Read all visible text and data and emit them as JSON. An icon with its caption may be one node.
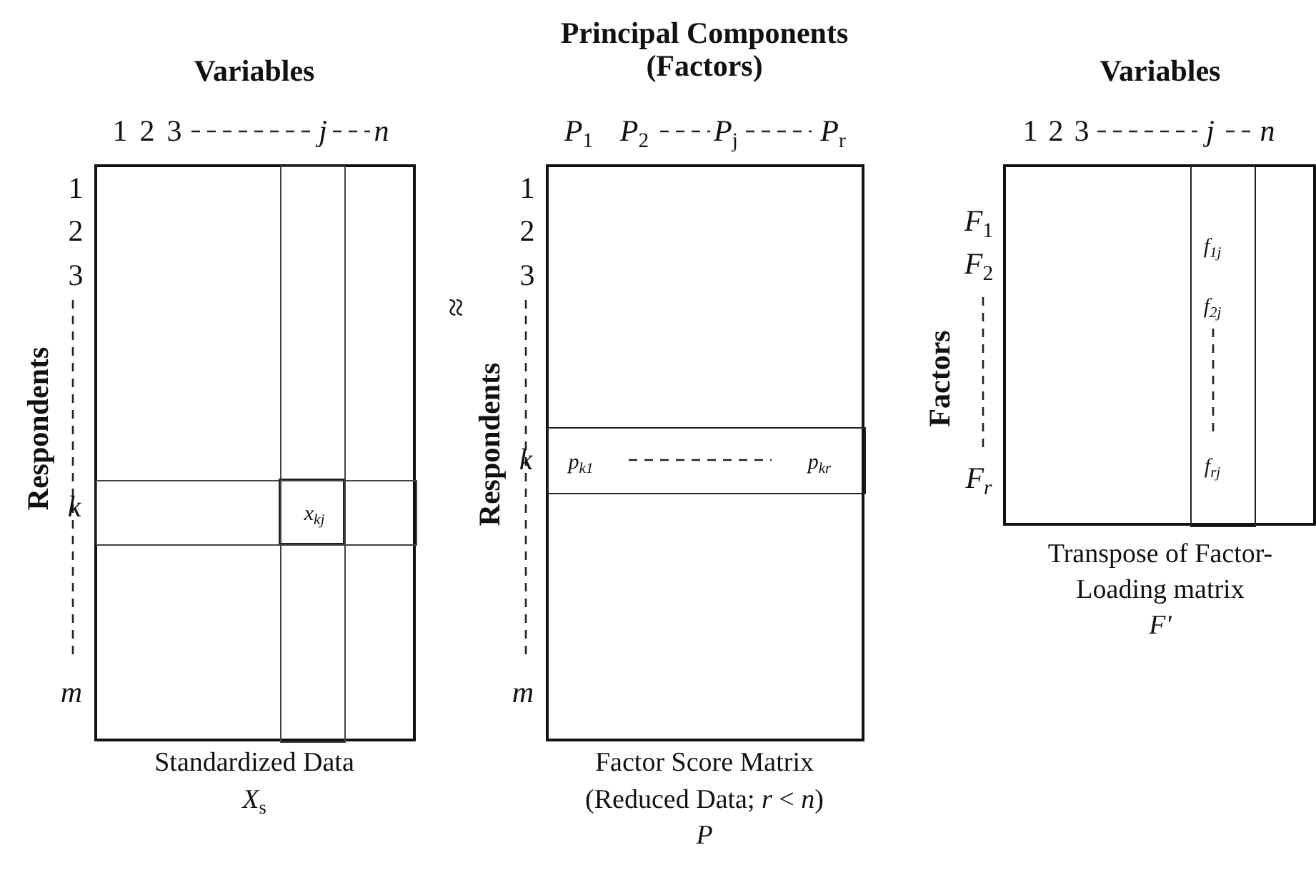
{
  "diagram": {
    "nodes": [
      {
        "text": [],
        "shape": "box",
        "beside": [
          "Standardized Data",
          "*X*$_{s}$"
        ]
      },
      {
        "text": [],
        "shape": "bar",
        "in": 0,
        "beside": [
          "j"
        ]
      },
      {
        "text": [],
        "shape": "bar",
        "in": 0,
        "beside": [
          "k"
        ]
      },
      {
        "text": [
          "x$_{kj}$"
        ]
      },
      {
        "text": [],
        "shape": "box",
        "beside": [
          "Factor Score Matrix",
          "(Reduced Data; *r* < *n*)",
          "*P*"
        ]
      },
      {
        "text": [
          "*p*$_{k1}$",
          "p$_{kr}$"
        ],
        "in": 4,
        "beside": [
          "k"
        ]
      },
      {
        "text": [],
        "shape": "box",
        "beside": [
          "Transpose of Factor-",
          "Loading matrix",
          "F'"
        ]
      },
      {
        "text": [
          "f$_{1j}$",
          "f$_{2j}$",
          "f$_{rj}$"
        ],
        "in": 6,
        "beside": [
          "j"
        ]
      }
    ],
    "labels": [
      "Principal Components (Factors)",
      "Variables",
      "Variables",
      "1",
      "2",
      "3",
      "n",
      "*P*$_{1}$",
      "*P*$_{2}$",
      "*P*$_{j}$",
      "*P*$_{r}$",
      "1",
      "2",
      "3",
      "n",
      "1",
      "2",
      "3",
      "m",
      "Respondents",
      "≈",
      "1",
      "2",
      "3",
      "m",
      "Respondents",
      "*F*$_{1}$",
      "*F*$_{2}$",
      "F$_{r}$",
      "Factors"
    ]
  }
}
